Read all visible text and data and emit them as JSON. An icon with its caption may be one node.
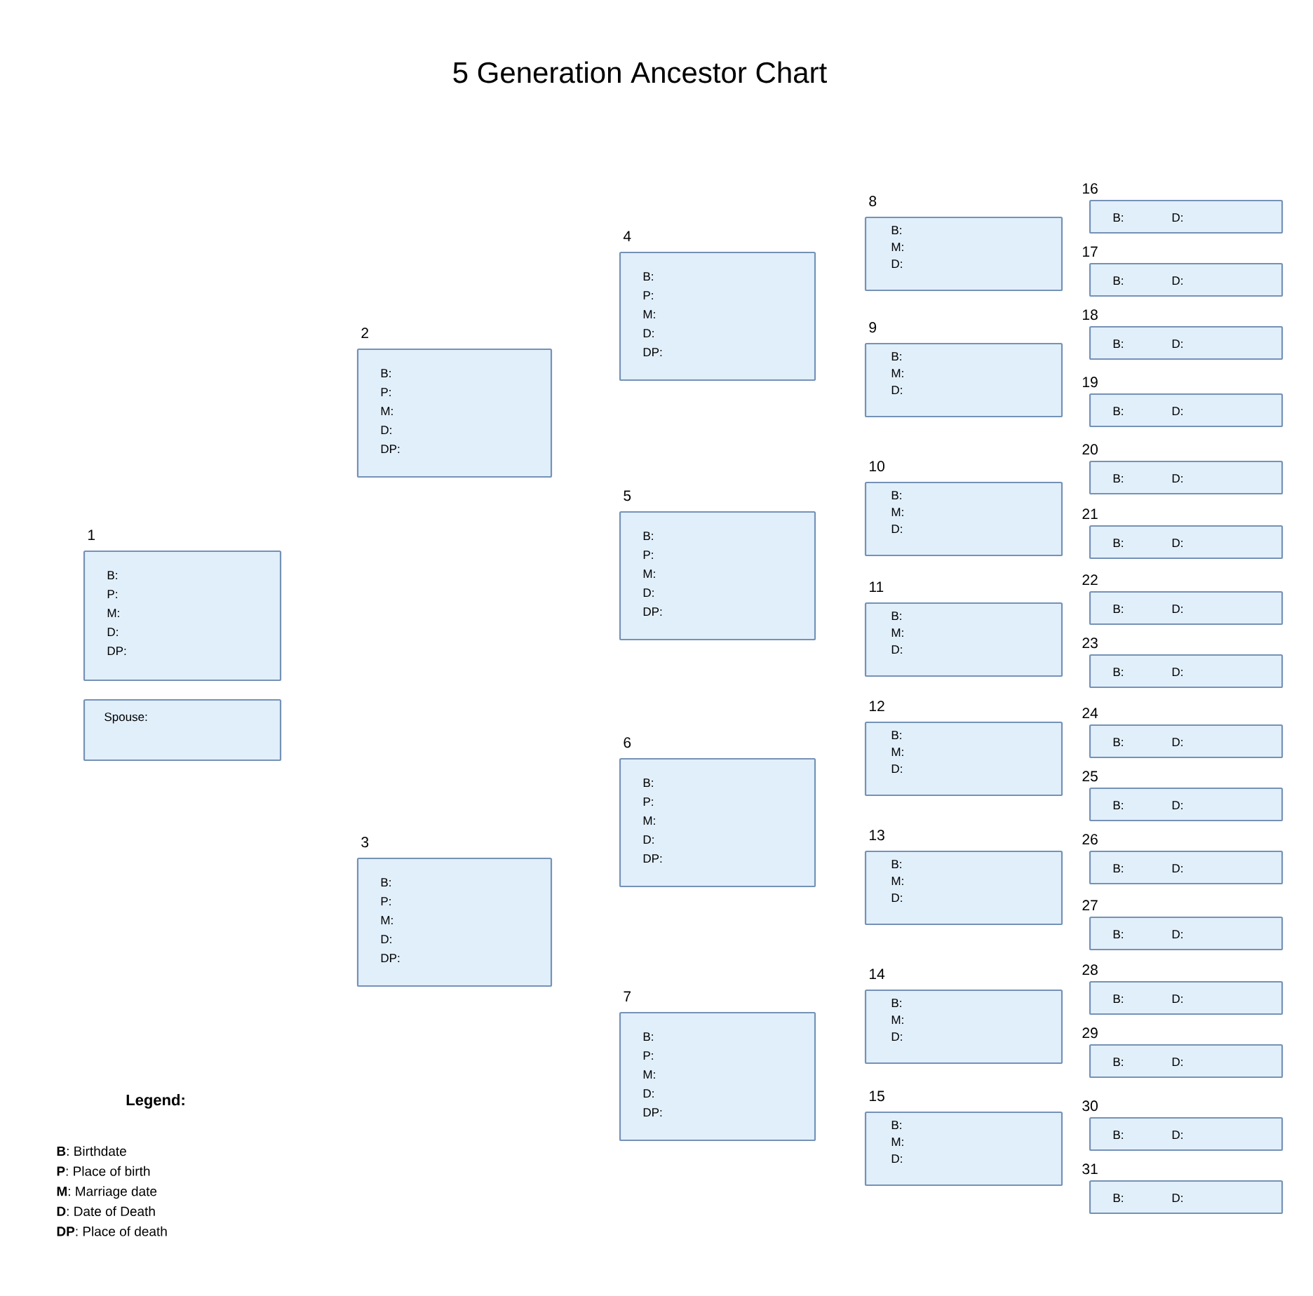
{
  "diagram": {
    "title": "5 Generation Ancestor Chart",
    "nodes": [
      {
        "text": [
          "1",
          "B:",
          "P:",
          "M:",
          "D:",
          "DP:"
        ]
      },
      {
        "text": [
          "Spouse:"
        ]
      },
      {
        "text": [
          "2",
          "B:",
          "P:",
          "M:",
          "D:",
          "DP:"
        ]
      },
      {
        "text": [
          "3",
          "B:",
          "P:",
          "M:",
          "D:",
          "DP:"
        ]
      },
      {
        "text": [
          "4",
          "B:",
          "P:",
          "M:",
          "D:",
          "DP:"
        ]
      },
      {
        "text": [
          "5",
          "B:",
          "P:",
          "M:",
          "D:",
          "DP:"
        ]
      },
      {
        "text": [
          "6",
          "B:",
          "P:",
          "M:",
          "D:",
          "DP:"
        ]
      },
      {
        "text": [
          "7",
          "B:",
          "P:",
          "M:",
          "D:",
          "DP:"
        ]
      },
      {
        "text": [
          "8",
          "B:",
          "M:",
          "D:"
        ]
      },
      {
        "text": [
          "9",
          "B:",
          "M:",
          "D:"
        ]
      },
      {
        "text": [
          "10",
          "B:",
          "M:",
          "D:"
        ]
      },
      {
        "text": [
          "11",
          "B:",
          "M:",
          "D:"
        ]
      },
      {
        "text": [
          "12",
          "B:",
          "M:",
          "D:"
        ]
      },
      {
        "text": [
          "13",
          "B:",
          "M:",
          "D:"
        ]
      },
      {
        "text": [
          "14",
          "B:",
          "M:",
          "D:"
        ]
      },
      {
        "text": [
          "15",
          "B:",
          "M:",
          "D:"
        ]
      },
      {
        "text": [
          "16",
          "B:",
          "D:"
        ]
      },
      {
        "text": [
          "17",
          "B:",
          "D:"
        ]
      },
      {
        "text": [
          "18",
          "B:",
          "D:"
        ]
      },
      {
        "text": [
          "19",
          "B:",
          "D:"
        ]
      },
      {
        "text": [
          "20",
          "B:",
          "D:"
        ]
      },
      {
        "text": [
          "21",
          "B:",
          "D:"
        ]
      },
      {
        "text": [
          "22",
          "B:",
          "D:"
        ]
      },
      {
        "text": [
          "23",
          "B:",
          "D:"
        ]
      },
      {
        "text": [
          "24",
          "B:",
          "D:"
        ]
      },
      {
        "text": [
          "25",
          "B:",
          "D:"
        ]
      },
      {
        "text": [
          "26",
          "B:",
          "D:"
        ]
      },
      {
        "text": [
          "27",
          "B:",
          "D:"
        ]
      },
      {
        "text": [
          "28",
          "B:",
          "D:"
        ]
      },
      {
        "text": [
          "29",
          "B:",
          "D:"
        ]
      },
      {
        "text": [
          "30",
          "B:",
          "D:"
        ]
      },
      {
        "text": [
          "31",
          "B:",
          "D:"
        ]
      }
    ],
    "labels": [
      "Legend:",
      "**B**: Birthdate",
      "**P**: Place of birth",
      "**M**: Marriage date",
      "**D**: Date of Death",
      "**DP**: Place of death"
    ]
  }
}
